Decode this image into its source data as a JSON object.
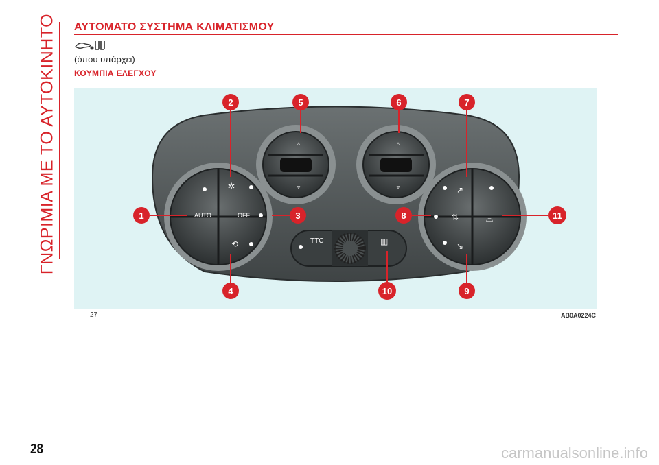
{
  "sidebar_title": "ΓΝΩΡΙΜΙΑ ΜΕ ΤΟ ΑΥΤΟΚΙΝΗΤΟ",
  "section_title": "ΑΥΤΟΜΑΤΟ ΣΥΣΤΗΜΑ ΚΛΙΜΑΤΙΣΜΟΥ",
  "availability_note": "(όπου υπάρχει)",
  "subsection_title": "ΚΟΥΜΠΙΑ ΕΛΕΓΧΟΥ",
  "figure": {
    "number": "27",
    "code": "AB0A0224C",
    "button_labels": {
      "auto": "AUTO",
      "off": "OFF",
      "ttc": "TTC"
    },
    "callouts": [
      "1",
      "2",
      "3",
      "4",
      "5",
      "6",
      "7",
      "8",
      "9",
      "10",
      "11"
    ]
  },
  "page_number": "28",
  "watermark": "carmanualsonline.info",
  "colors": {
    "accent": "#d8232a",
    "figure_bg": "#dff3f4",
    "panel": "#555a5b"
  }
}
